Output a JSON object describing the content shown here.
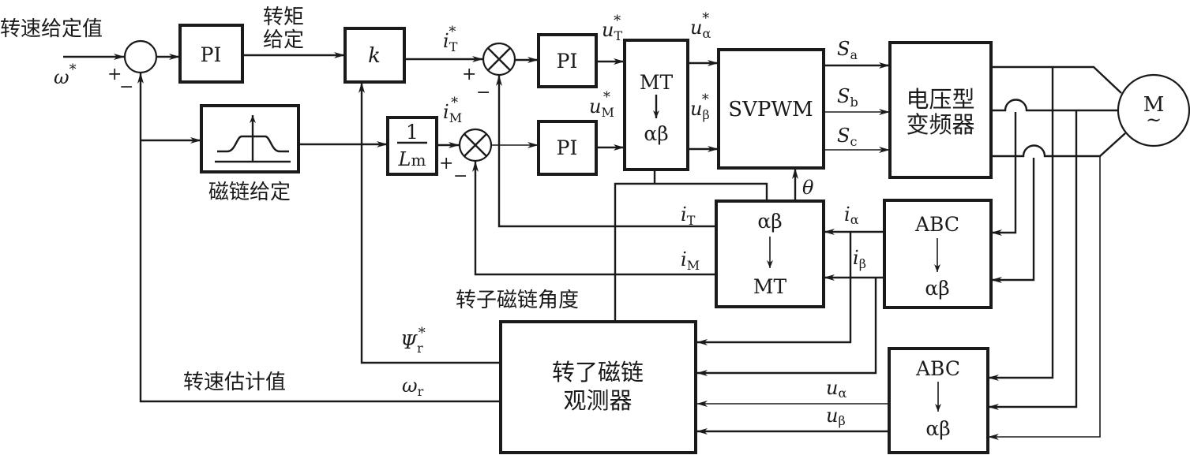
{
  "diagram": {
    "type": "block-diagram",
    "subject": "Speed-sensorless vector control with SVPWM"
  },
  "colors": {
    "stroke": "#1a1a1a",
    "background": "#ffffff"
  },
  "labels": {
    "speed_reference": "转速给定值",
    "torque_reference_line1": "转矩",
    "torque_reference_line2": "给定",
    "flux_reference": "磁链给定",
    "rotor_flux_angle": "转子磁链角度",
    "speed_estimate": "转速估计值"
  },
  "signs": {
    "plus": "+",
    "minus": "−"
  },
  "signals": {
    "omega_ref": {
      "base": "ω",
      "sup": "*"
    },
    "iT_ref": {
      "base": "i",
      "sub": "T",
      "sup": "*"
    },
    "iM_ref": {
      "base": "i",
      "sub": "M",
      "sup": "*"
    },
    "uT_ref": {
      "base": "u",
      "sub": "T",
      "sup": "*"
    },
    "uM_ref": {
      "base": "u",
      "sub": "M",
      "sup": "*"
    },
    "ualpha_ref": {
      "base": "u",
      "sub": "α",
      "sup": "*"
    },
    "ubeta_ref": {
      "base": "u",
      "sub": "β",
      "sup": "*"
    },
    "Sa": {
      "base": "S",
      "sub": "a"
    },
    "Sb": {
      "base": "S",
      "sub": "b"
    },
    "Sc": {
      "base": "S",
      "sub": "c"
    },
    "theta": {
      "base": "θ"
    },
    "iT": {
      "base": "i",
      "sub": "T"
    },
    "iM": {
      "base": "i",
      "sub": "M"
    },
    "ialpha": {
      "base": "i",
      "sub": "α"
    },
    "ibeta": {
      "base": "i",
      "sub": "β"
    },
    "psi_ref": {
      "base": "Ψ",
      "sub": "r",
      "sup": "*"
    },
    "omega_r": {
      "base": "ω",
      "sub": "r"
    },
    "ualpha": {
      "base": "u",
      "sub": "α"
    },
    "ubeta": {
      "base": "u",
      "sub": "β"
    }
  },
  "blocks": {
    "speed_pi": "PI",
    "k_gain": "k",
    "inv_lm": {
      "num": "1",
      "den_base": "L",
      "den_sub": "m"
    },
    "current_pi_t": "PI",
    "current_pi_m": "PI",
    "mt_to_ab": {
      "top": "MT",
      "bottom": "αβ"
    },
    "svpwm": "SVPWM",
    "inverter": {
      "line1": "电压型",
      "line2": "变频器"
    },
    "motor": {
      "top": "M",
      "bottom": "~"
    },
    "ab_to_mt": {
      "top": "αβ",
      "bottom": "MT"
    },
    "abc_to_ab_current": {
      "top": "ABC",
      "bottom": "αβ"
    },
    "abc_to_ab_voltage": {
      "top": "ABC",
      "bottom": "αβ"
    },
    "flux_observer": {
      "line1": "转了磁链",
      "line2": "观测器"
    }
  }
}
